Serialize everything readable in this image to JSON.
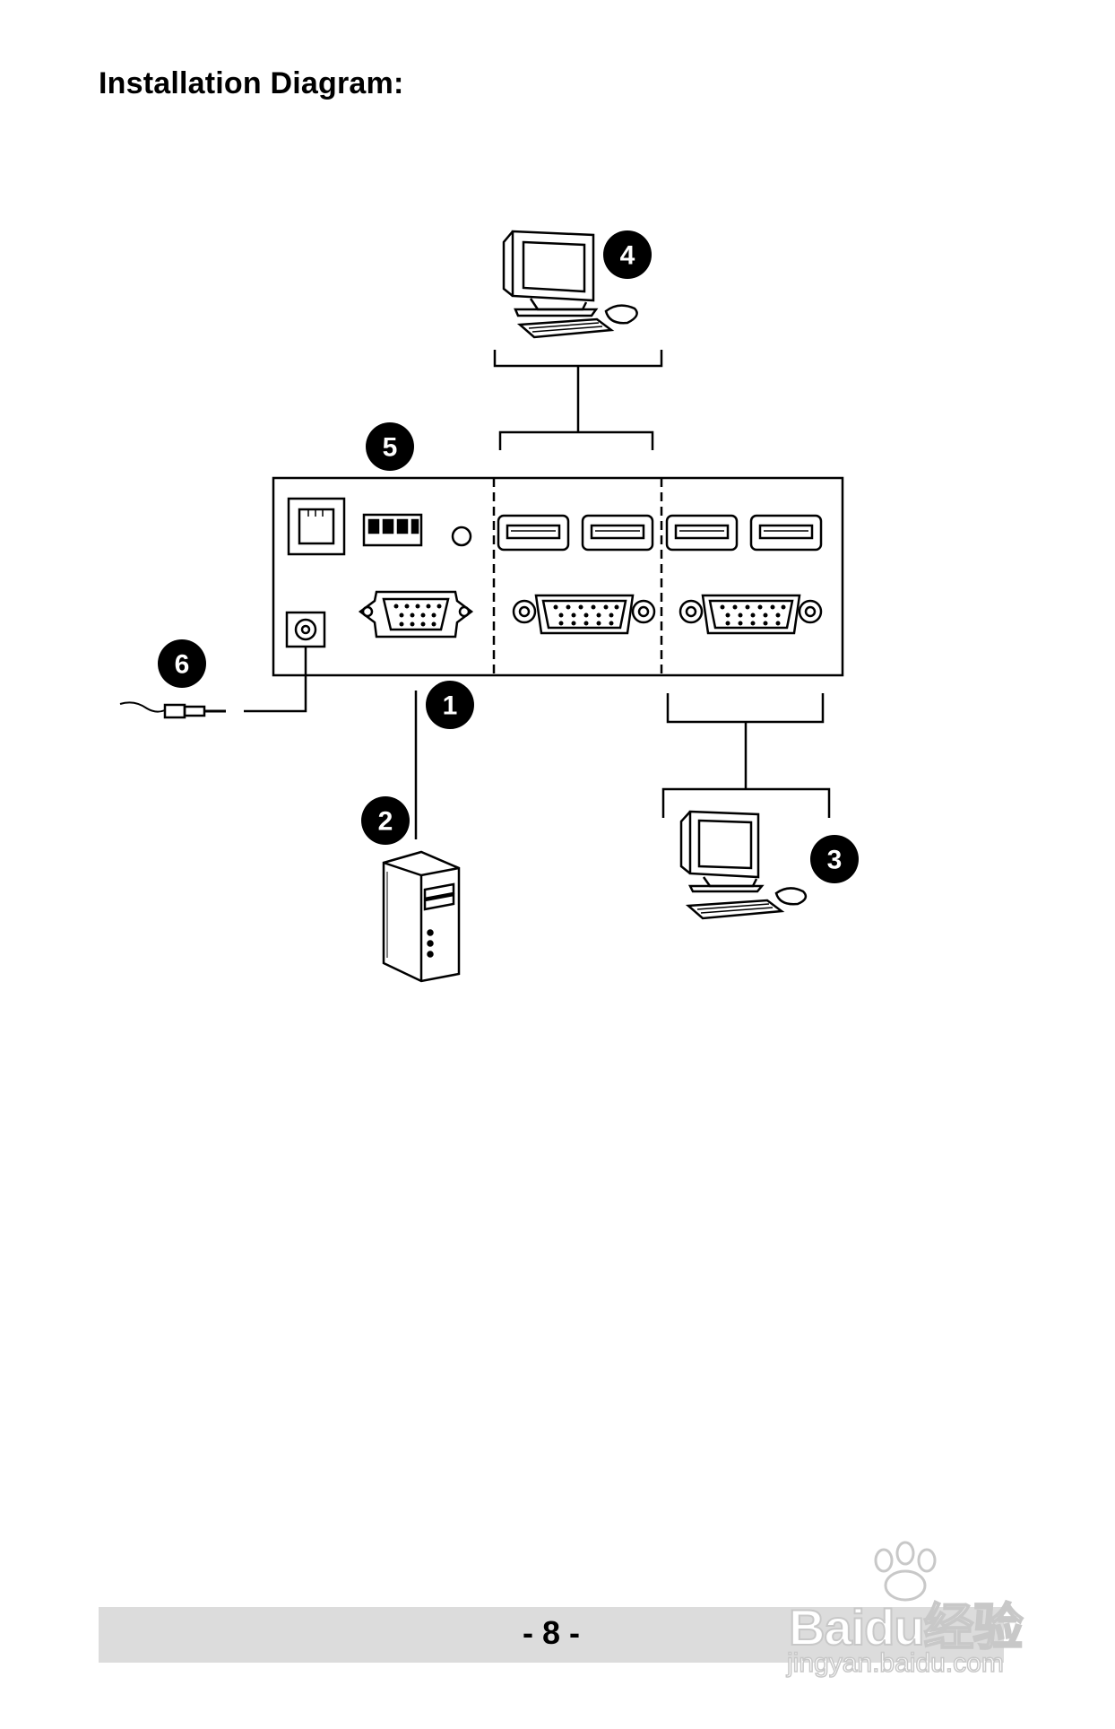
{
  "heading": "Installation Diagram:",
  "callouts": {
    "one": "1",
    "two": "2",
    "three": "3",
    "four": "4",
    "five": "5",
    "six": "6"
  },
  "footer": {
    "page_number": "- 8 -"
  },
  "watermark": {
    "brand": "Baidu经验",
    "url": "jingyan.baidu.com"
  }
}
